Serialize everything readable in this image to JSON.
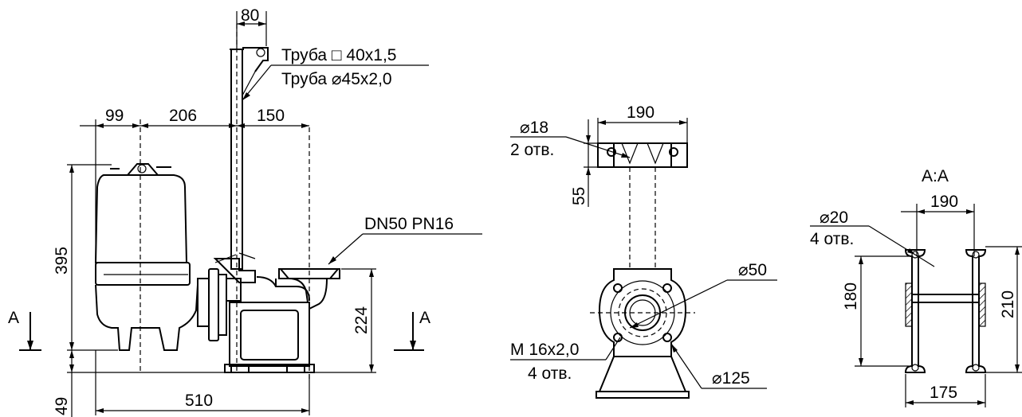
{
  "side_view": {
    "dim_top_width": "80",
    "dim_99": "99",
    "dim_206": "206",
    "dim_150": "150",
    "dim_395": "395",
    "dim_224": "224",
    "dim_49": "49",
    "dim_510": "510",
    "label_pipe_square": "Труба □ 40x1,5",
    "label_pipe_round": "Труба ⌀45x2,0",
    "label_flange": "DN50  PN16",
    "section_marker_left": "A",
    "section_marker_right": "A"
  },
  "flange_view": {
    "dim_190": "190",
    "hole_diameter": "⌀18",
    "hole_count": "2 отв.",
    "dim_55": "55",
    "dim_phi50": "⌀50",
    "thread": "M 16x2,0",
    "thread_count": "4 отв.",
    "dim_phi125": "⌀125"
  },
  "section_view": {
    "title": "A:A",
    "dim_190": "190",
    "hole_diameter": "⌀20",
    "hole_count": "4 отв.",
    "dim_180": "180",
    "dim_210": "210",
    "dim_175": "175"
  }
}
